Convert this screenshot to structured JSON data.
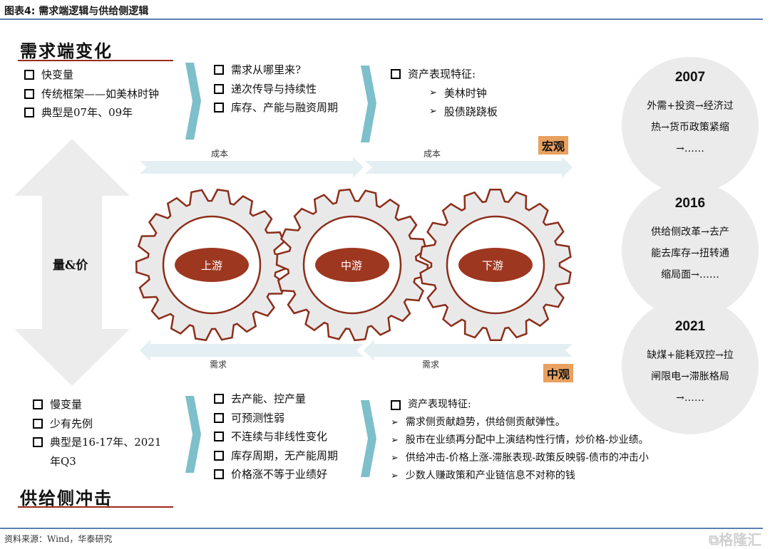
{
  "figure_title": "图表4:  需求端逻辑与供给侧逻辑",
  "demand_section": {
    "title": "需求端变化",
    "left_items": [
      "快变量",
      "传统框架——如美林时钟",
      "典型是07年、09年"
    ],
    "middle_items": [
      "需求从哪里来?",
      "递次传导与持续性",
      "库存、产能与融资周期"
    ],
    "right_heading": "资产表现特征:",
    "right_subitems": [
      "美林时钟",
      "股债跷跷板"
    ]
  },
  "macro_tag": "宏观",
  "meso_tag": "中观",
  "top_arrow_labels": [
    "成本",
    "成本"
  ],
  "bottom_arrow_labels": [
    "需求",
    "需求"
  ],
  "left_arrow_label": "量&价",
  "gears": [
    "上游",
    "中游",
    "下游"
  ],
  "circles": [
    {
      "year": "2007",
      "lines": [
        "外需+投资→经济过",
        "热→货币政策紧缩",
        "→……"
      ]
    },
    {
      "year": "2016",
      "lines": [
        "供给侧改革→去产",
        "能去库存→扭转通",
        "缩局面→……"
      ]
    },
    {
      "year": "2021",
      "lines": [
        "缺煤+能耗双控→拉",
        "闸限电→滞胀格局",
        "→……"
      ]
    }
  ],
  "supply_section": {
    "title": "供给侧冲击",
    "left_items": [
      "慢变量",
      "少有先例",
      "典型是16-17年、2021",
      "年Q3"
    ],
    "middle_items": [
      "去产能、控产量",
      "可预测性弱",
      "不连续与非线性变化",
      "库存周期，无产能周期",
      "价格涨不等于业绩好"
    ],
    "right_heading": "资产表现特征:",
    "right_subitems": [
      "需求侧贡献趋势，供给侧贡献弹性。",
      "股市在业绩再分配中上演结构性行情，炒价格-炒业绩。",
      "供给冲击-价格上涨-滞胀表现-政策反映弱-债市的冲击小",
      "少数人赚政策和产业链信息不对称的钱"
    ]
  },
  "source": "资料来源：Wind，华泰研究",
  "watermark": "格隆汇",
  "colors": {
    "gear_outline": "#8b2e1a",
    "gear_fill": "#e9e9ea",
    "ellipse": "#9e3720",
    "chevron": "#7dbfca",
    "arrow": "#e3eff3",
    "tag": "#e9a15f"
  }
}
